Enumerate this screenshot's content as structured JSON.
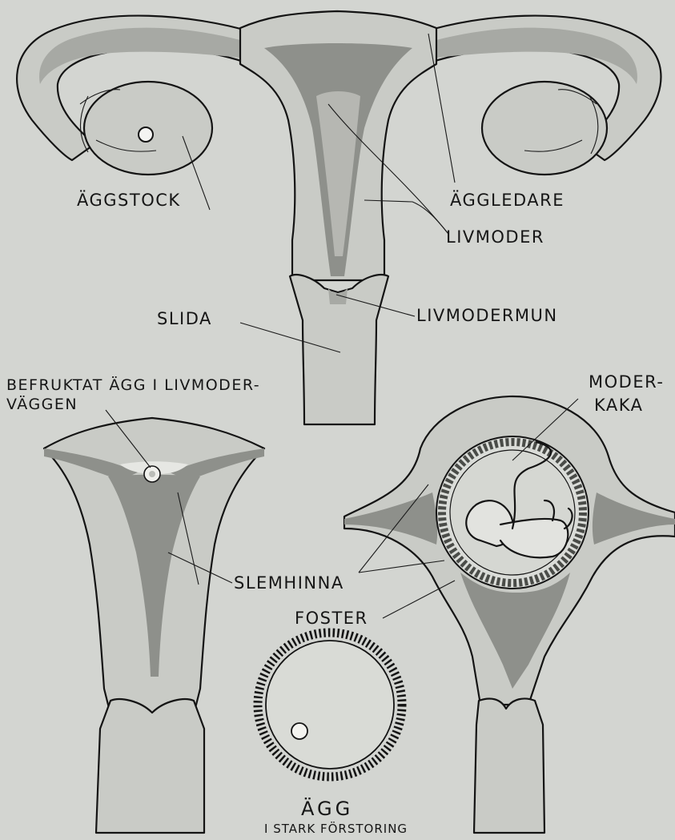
{
  "labels": {
    "aggstock": "ÄGGSTOCK",
    "aggledare": "ÄGGLEDARE",
    "livmoder": "LIVMODER",
    "slida": "SLIDA",
    "livmodermun": "LIVMODERMUN",
    "befruktat_line1": "BEFRUKTAT ÄGG I LIVMODER-",
    "befruktat_line2": "VÄGGEN",
    "moderkaka_line1": "MODER-",
    "moderkaka_line2": "KAKA",
    "slemhinna": "SLEMHINNA",
    "foster": "FOSTER",
    "agg": "ÄGG",
    "agg_caption": "I STARK FÖRSTORING"
  },
  "colors": {
    "background": "#d3d5d1",
    "tissue_light": "#c9cbc6",
    "tissue_dark": "#8e908b",
    "ink": "#141414"
  }
}
